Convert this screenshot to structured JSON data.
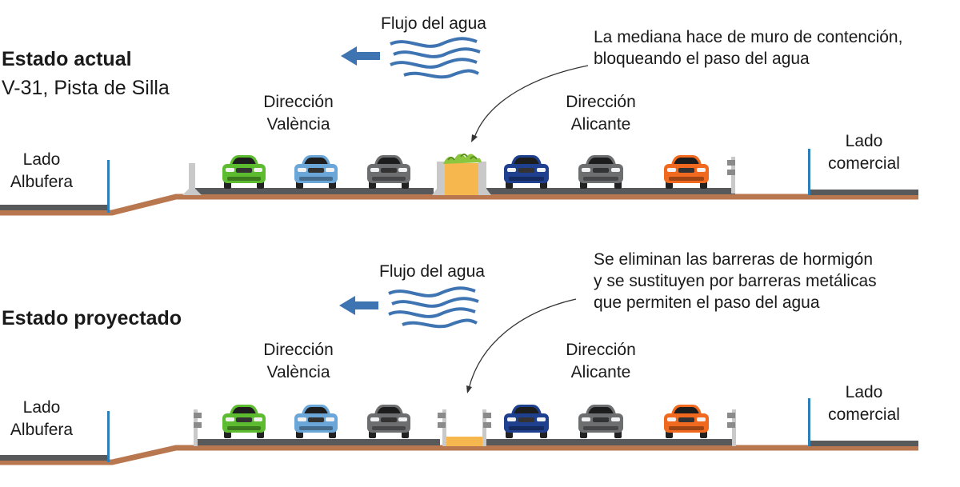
{
  "panels": {
    "top": {
      "title": "Estado actual",
      "subtitle": "V-31, Pista de Silla",
      "flow": "Flujo del agua",
      "dir_left": [
        "Dirección",
        "València"
      ],
      "dir_right": [
        "Dirección",
        "Alicante"
      ],
      "side_left": [
        "Lado",
        "Albufera"
      ],
      "side_right": [
        "Lado",
        "comercial"
      ],
      "note": [
        "La mediana hace de muro de contención,",
        "bloqueando el paso del agua"
      ]
    },
    "bottom": {
      "title": "Estado proyectado",
      "flow": "Flujo del agua",
      "dir_left": [
        "Dirección",
        "València"
      ],
      "dir_right": [
        "Dirección",
        "Alicante"
      ],
      "side_left": [
        "Lado",
        "Albufera"
      ],
      "side_right": [
        "Lado",
        "comercial"
      ],
      "note": [
        "Se eliminan las barreras de hormigón",
        "y se sustituyen por barreras metálicas",
        "que permiten el paso del agua"
      ]
    }
  },
  "colors": {
    "water": "#3f74b2",
    "road": "#58595b",
    "soil": "#b9774f",
    "median": "#f6b84e",
    "barrier": "#c9c9c9",
    "pole": "#2c7fb8",
    "car_green": "#5dbb2f",
    "car_light_blue": "#6aa6d8",
    "car_gray": "#6d6e70",
    "car_navy": "#1f3f8f",
    "car_orange": "#f0691f"
  },
  "cars_left": [
    "car_green",
    "car_light_blue",
    "car_gray"
  ],
  "cars_right": [
    "car_navy",
    "car_gray",
    "car_orange"
  ]
}
